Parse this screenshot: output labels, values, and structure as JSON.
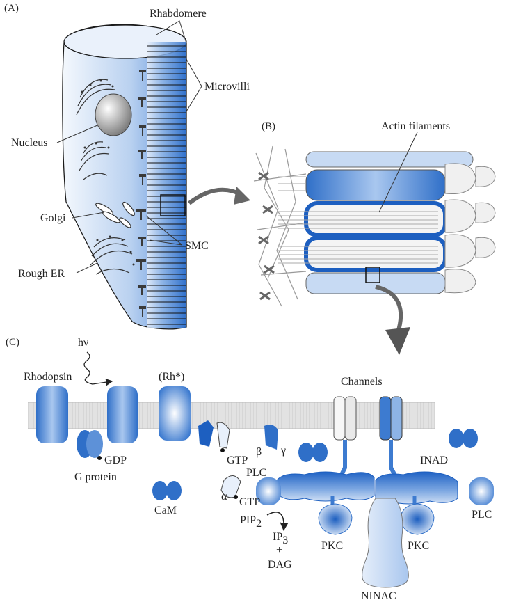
{
  "colors": {
    "blue_light": "#d9e6f7",
    "blue_mid": "#8db4e6",
    "blue_dark": "#1d5fc0",
    "membrane": "#d8d8d8",
    "microvilli_line": "#1a1a1a",
    "arrow": "#555555"
  },
  "panels": {
    "a": "(A)",
    "b": "(B)",
    "c": "(C)"
  },
  "panel_a": {
    "rhabdomere": "Rhabdomere",
    "microvilli": "Microvilli",
    "nucleus": "Nucleus",
    "golgi": "Golgi",
    "smc": "SMC",
    "rough_er": "Rough ER"
  },
  "panel_b": {
    "actin_filaments": "Actin filaments"
  },
  "panel_c": {
    "hv": "hν",
    "rhodopsin": "Rhodopsin",
    "rh_star": "(Rh*)",
    "channels": "Channels",
    "gdp": "GDP",
    "g_protein": "G protein",
    "gtp_1": "GTP",
    "beta": "β",
    "gamma": "γ",
    "inad": "INAD",
    "plc_1": "PLC",
    "alpha": "α",
    "gtp_2": "GTP",
    "cam": "CaM",
    "pip": "PIP",
    "pip_sub": "2",
    "ip": "IP",
    "ip_sub": "3",
    "plus": "+",
    "dag": "DAG",
    "pkc_1": "PKC",
    "pkc_2": "PKC",
    "plc_2": "PLC",
    "ninac": "NINAC"
  }
}
